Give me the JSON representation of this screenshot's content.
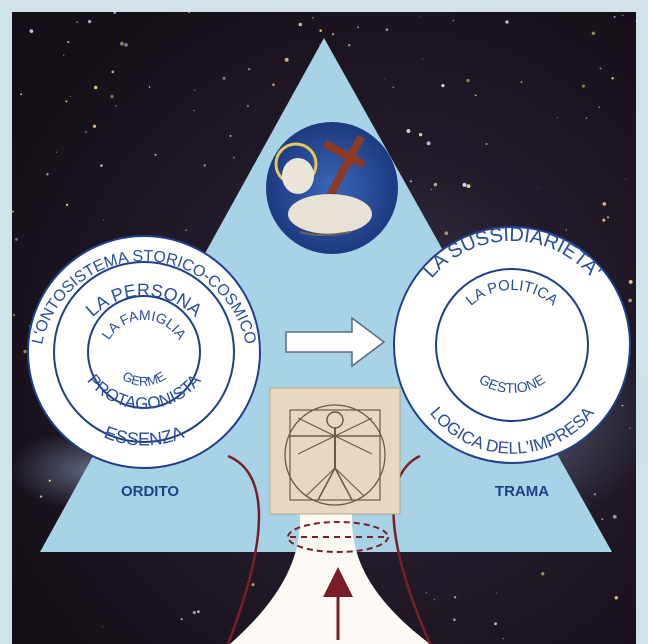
{
  "colors": {
    "frame": "#cfe3e8",
    "space": "#1b1420",
    "triangle": "#a8d2e6",
    "circle_fill": "#ffffff",
    "ring": "#1f3f8c",
    "text_blue": "#2a4e9b",
    "dark_red": "#7a1f2a",
    "white_plate": "#fdfaf6"
  },
  "left_disc": {
    "outer_text": "L'ONTOSISTEMA STORICO-COSMICO",
    "middle_text": "LA PERSONA",
    "inner_text": "LA FAMIGLIA",
    "inner_bottom": "GERME",
    "middle_bottom": "PROTAGONISTA",
    "outer_bottom": "ESSENZA",
    "caption": "ORDITO"
  },
  "right_disc": {
    "outer_text": "LA SUSSIDIARIETA'",
    "inner_text": "LA POLITICA",
    "inner_bottom": "GESTIONE",
    "outer_bottom": "LOGICA DELL'IMPRESA",
    "caption": "TRAMA"
  },
  "images": {
    "top_emblem": "lamb-with-cross-icon",
    "center_drawing": "vitruvian-man-icon"
  }
}
